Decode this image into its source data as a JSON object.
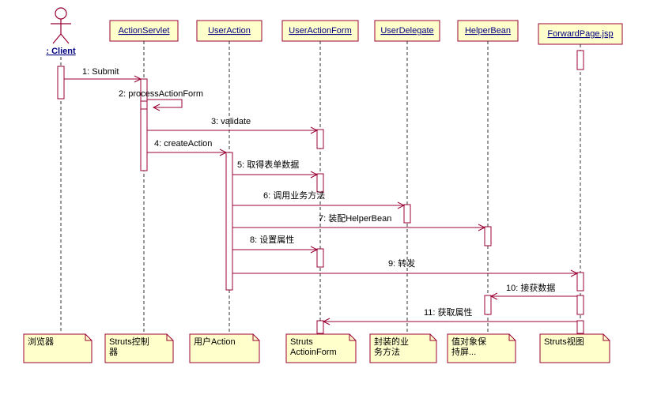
{
  "colors": {
    "line": "#990033",
    "box_fill": "#ffffcc",
    "dash": "#333333",
    "text": "#000000",
    "lifeline_label": "#000080"
  },
  "lifelines": [
    {
      "id": "client",
      "label": ": Client",
      "kind": "actor"
    },
    {
      "id": "actionservlet",
      "label": "ActionServlet",
      "kind": "object"
    },
    {
      "id": "useraction",
      "label": "UserAction",
      "kind": "object"
    },
    {
      "id": "useractionform",
      "label": "UserActionForm",
      "kind": "object"
    },
    {
      "id": "userdelegate",
      "label": "UserDelegate",
      "kind": "object"
    },
    {
      "id": "helperbean",
      "label": "HelperBean",
      "kind": "object"
    },
    {
      "id": "forwardpage",
      "label": "ForwardPage.jsp",
      "kind": "object"
    }
  ],
  "messages": [
    {
      "n": "1",
      "label": "1: Submit",
      "from": "client",
      "to": "actionservlet"
    },
    {
      "n": "2",
      "label": "2: processActionForm",
      "from": "actionservlet",
      "to": "actionservlet"
    },
    {
      "n": "3",
      "label": "3: validate",
      "from": "actionservlet",
      "to": "useractionform"
    },
    {
      "n": "4",
      "label": "4: createAction",
      "from": "actionservlet",
      "to": "useraction"
    },
    {
      "n": "5",
      "label": "5: 取得表单数据",
      "from": "useraction",
      "to": "useractionform"
    },
    {
      "n": "6",
      "label": "6: 调用业务方法",
      "from": "useraction",
      "to": "userdelegate"
    },
    {
      "n": "7",
      "label": "7: 装配HelperBean",
      "from": "useraction",
      "to": "helperbean"
    },
    {
      "n": "8",
      "label": "8: 设置属性",
      "from": "useraction",
      "to": "useractionform"
    },
    {
      "n": "9",
      "label": "9: 转发",
      "from": "useraction",
      "to": "forwardpage"
    },
    {
      "n": "10",
      "label": "10: 接获数据",
      "from": "forwardpage",
      "to": "helperbean"
    },
    {
      "n": "11",
      "label": "11: 获取属性",
      "from": "forwardpage",
      "to": "useractionform"
    }
  ],
  "notes": [
    {
      "id": "client",
      "lines": [
        "浏览器"
      ]
    },
    {
      "id": "actionservlet",
      "lines": [
        "Struts控制",
        "器"
      ]
    },
    {
      "id": "useraction",
      "lines": [
        "用户Action"
      ]
    },
    {
      "id": "useractionform",
      "lines": [
        "Struts",
        "ActioinForm"
      ]
    },
    {
      "id": "userdelegate",
      "lines": [
        "封装的业",
        "务方法"
      ]
    },
    {
      "id": "helperbean",
      "lines": [
        "值对象保",
        "持屏..."
      ]
    },
    {
      "id": "forwardpage",
      "lines": [
        "Struts视图"
      ]
    }
  ]
}
